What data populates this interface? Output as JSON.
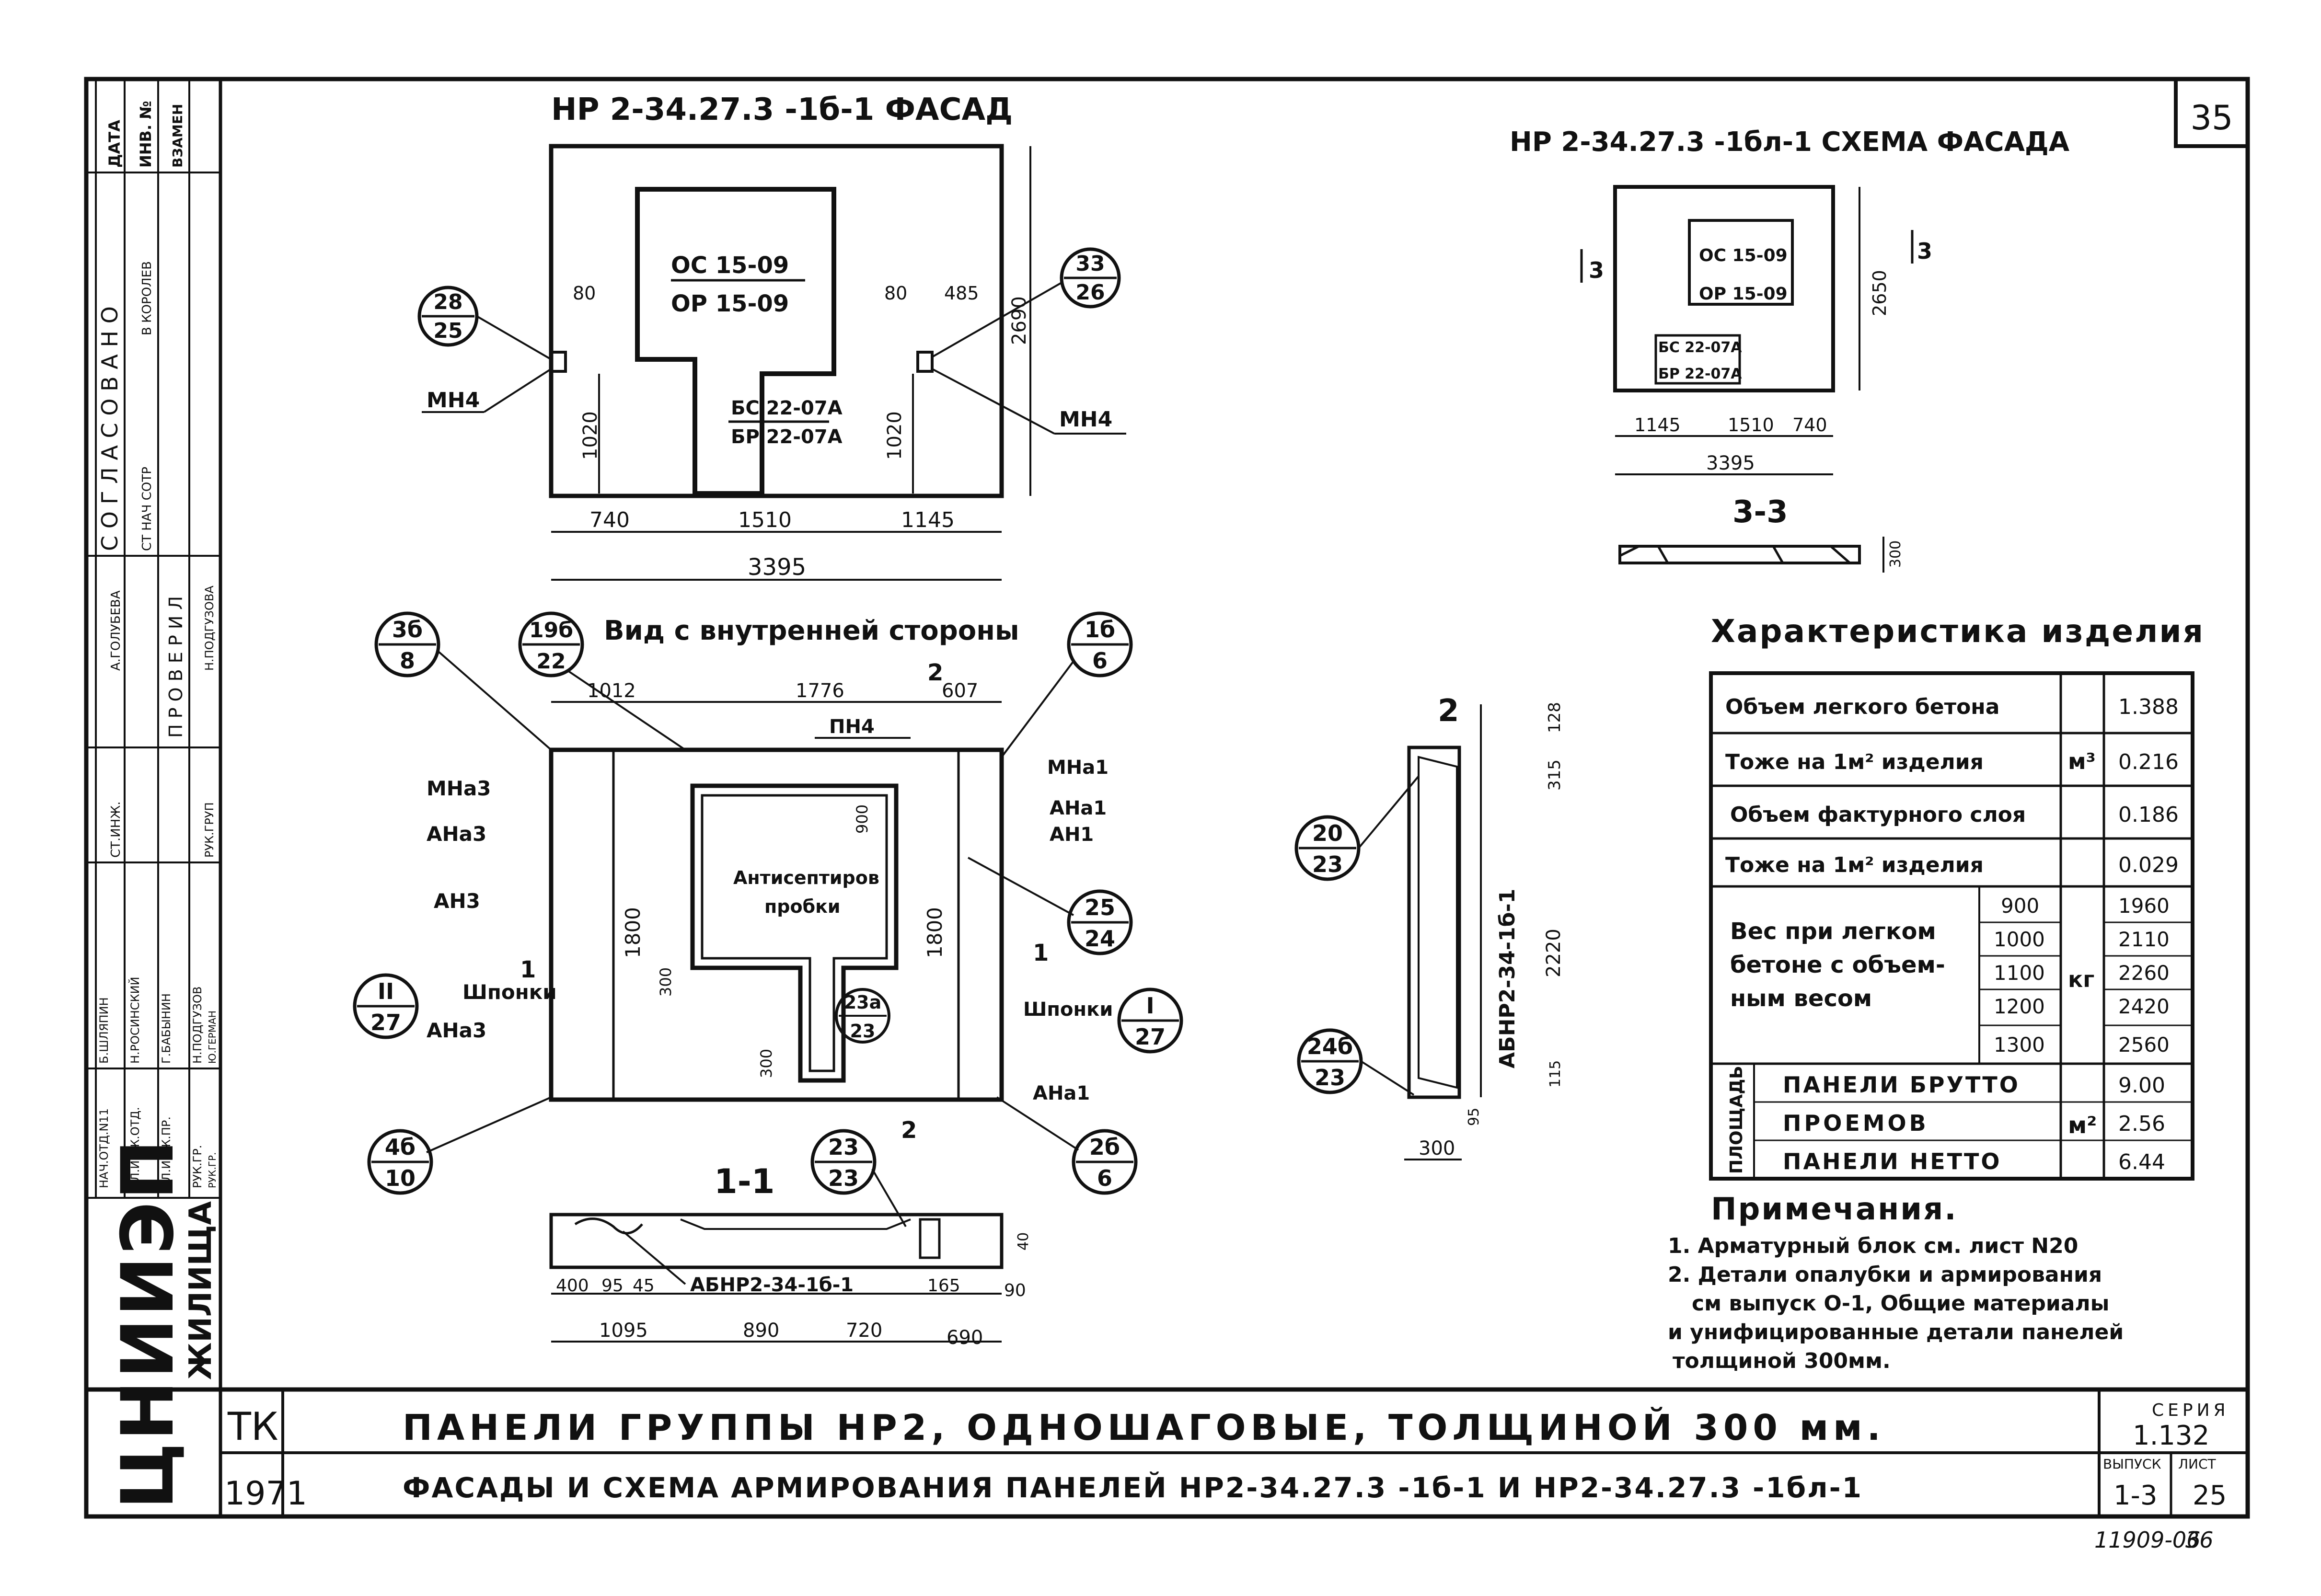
{
  "sheet": {
    "sheet_no": "35",
    "bottom_code": "11909-06",
    "bottom_page": "36"
  },
  "left_stamp": {
    "agreed_header": "С О Г Л А С О В А Н О",
    "checked_header": "П Р О В Е Р И Л",
    "columns": [
      "ДАТА",
      "ИНВ. №",
      "ВЗАМЕН"
    ],
    "agreed_roles": [
      "СТ НАЧ СОТР",
      "В КОРОЛЕВ"
    ],
    "roles": [
      "НАЧ.ОТД.N11",
      "ГЛ.ИНЖ.ОТД.",
      "ГЛ.ИНЖ.ПР.",
      "РУК.ГР.",
      "РУК.ГР."
    ],
    "names": [
      "Б.ШЛЯПИН",
      "Н.РОСИНСКИЙ",
      "Г.БАБЫНИН",
      "Н.ПОДГУЗОВ",
      "Ю.ГЕРМАН"
    ],
    "extra_names": [
      "А.ГОЛУБЕВА",
      "СТ.ИНЖ.",
      "РУК.ГРУП",
      "Н.ПОДГУЗОВА"
    ],
    "org": "ЖИЛИЩА",
    "logo": "ЦНИИЭП"
  },
  "facade": {
    "title": "НР 2-34.27.3 -1б-1 ФАСАД",
    "window_top": "ОС 15-09",
    "window_bottom": "ОР 15-09",
    "door_top": "БС 22-07А",
    "door_bottom": "БР 22-07А",
    "dims": [
      "80",
      "80",
      "485",
      "1020",
      "1020",
      "2690",
      "740",
      "1510",
      "1145",
      "3395"
    ],
    "callout_left": {
      "top": "28",
      "bottom": "25"
    },
    "callout_right": {
      "top": "33",
      "bottom": "26"
    },
    "label_left": "МН4",
    "label_right": "МН4"
  },
  "scheme": {
    "title": "НР 2-34.27.3 -1бл-1 СХЕМА ФАСАДА",
    "window_top": "ОС 15-09",
    "window_bottom": "ОР 15-09",
    "door_top": "БС 22-07А",
    "door_bottom": "БР 22-07А",
    "dims": [
      "2650",
      "1145",
      "1510",
      "740",
      "3395"
    ],
    "cut_marks": [
      "3",
      "3"
    ],
    "section_title": "3-3",
    "section_dim": "300"
  },
  "inner": {
    "title": "Вид с внутренней стороны",
    "dims": [
      "1012",
      "1776",
      "607",
      "1800",
      "1800",
      "900",
      "300",
      "300"
    ],
    "cut_top": "2",
    "cut_bottom": "2",
    "cut_left": "1",
    "cut_right": "1",
    "label_pn4": "ПН4",
    "label_antisept": "Антисептиров",
    "label_plugs": "пробки",
    "labels_left": [
      "МНа3",
      "АНа3",
      "АН3",
      "Шпонки",
      "АНа3"
    ],
    "labels_right": [
      "МНа1",
      "АНа1",
      "АН1",
      "Шпонки",
      "АНа1"
    ],
    "callouts": [
      {
        "top": "3б",
        "bottom": "8"
      },
      {
        "top": "19б",
        "bottom": "22"
      },
      {
        "top": "1б",
        "bottom": "6"
      },
      {
        "top": "II",
        "bottom": "27"
      },
      {
        "top": "I",
        "bottom": "27"
      },
      {
        "top": "25",
        "bottom": "24"
      },
      {
        "top": "4б",
        "bottom": "10"
      },
      {
        "top": "2б",
        "bottom": "6"
      },
      {
        "top": "23а",
        "bottom": "23"
      }
    ]
  },
  "section2": {
    "title": "2",
    "dims": [
      "128",
      "315",
      "2220",
      "115",
      "95",
      "300"
    ],
    "block_label": "АБНР2-34-1б-1",
    "callout_top": {
      "top": "20",
      "bottom": "23"
    },
    "callout_bottom": {
      "top": "24б",
      "bottom": "23"
    }
  },
  "section1": {
    "title": "1-1",
    "block_label": "АБНР2-34-1б-1",
    "dims_top": [
      "400",
      "95",
      "45",
      "165",
      "90",
      "40"
    ],
    "dims_bottom": [
      "1095",
      "890",
      "720",
      "690"
    ],
    "callout": {
      "top": "23",
      "bottom": "23"
    }
  },
  "characteristics": {
    "title": "Характеристика изделия",
    "rows": [
      {
        "label": "Объем легкого бетона",
        "unit": "м³",
        "value": "1.388"
      },
      {
        "label": "Тоже на 1м² изделия",
        "unit": "",
        "value": "0.216"
      },
      {
        "label": "Объем фактурного слоя",
        "unit": "",
        "value": "0.186"
      },
      {
        "label": "Тоже на 1м² изделия",
        "unit": "",
        "value": "0.029"
      }
    ],
    "weight_label_lines": [
      "Вес при легком",
      "бетоне с объем-",
      "ным весом"
    ],
    "weight_unit": "кг",
    "weights": [
      {
        "density": "900",
        "value": "1960"
      },
      {
        "density": "1000",
        "value": "2110"
      },
      {
        "density": "1100",
        "value": "2260"
      },
      {
        "density": "1200",
        "value": "2420"
      },
      {
        "density": "1300",
        "value": "2560"
      }
    ],
    "area_group_label": "ПЛОЩАДЬ",
    "area_unit": "м²",
    "areas": [
      {
        "label": "ПАНЕЛИ БРУТТО",
        "value": "9.00"
      },
      {
        "label": "ПРОЕМОВ",
        "value": "2.56"
      },
      {
        "label": "ПАНЕЛИ НЕТТО",
        "value": "6.44"
      }
    ]
  },
  "notes": {
    "title": "Примечания.",
    "items": [
      "1. Арматурный блок см. лист N20",
      "2. Детали опалубки и армирования",
      "см выпуск О-1, Общие материалы",
      "и унифицированные детали панелей",
      "толщиной 300мм."
    ]
  },
  "title_block": {
    "tk": "ТК",
    "year": "1971",
    "line1": "ПАНЕЛИ ГРУППЫ НР2, ОДНОШАГОВЫЕ, ТОЛЩИНОЙ 300 мм.",
    "line2": "ФАСАДЫ И СХЕМА АРМИРОВАНИЯ ПАНЕЛЕЙ НР2-34.27.3 -1б-1 И НР2-34.27.3 -1бл-1",
    "series_label": "СЕРИЯ",
    "series_value": "1.132",
    "issue_label": "ВЫПУСК",
    "issue_value": "1-3",
    "sheet_label": "ЛИСТ",
    "sheet_value": "25"
  }
}
